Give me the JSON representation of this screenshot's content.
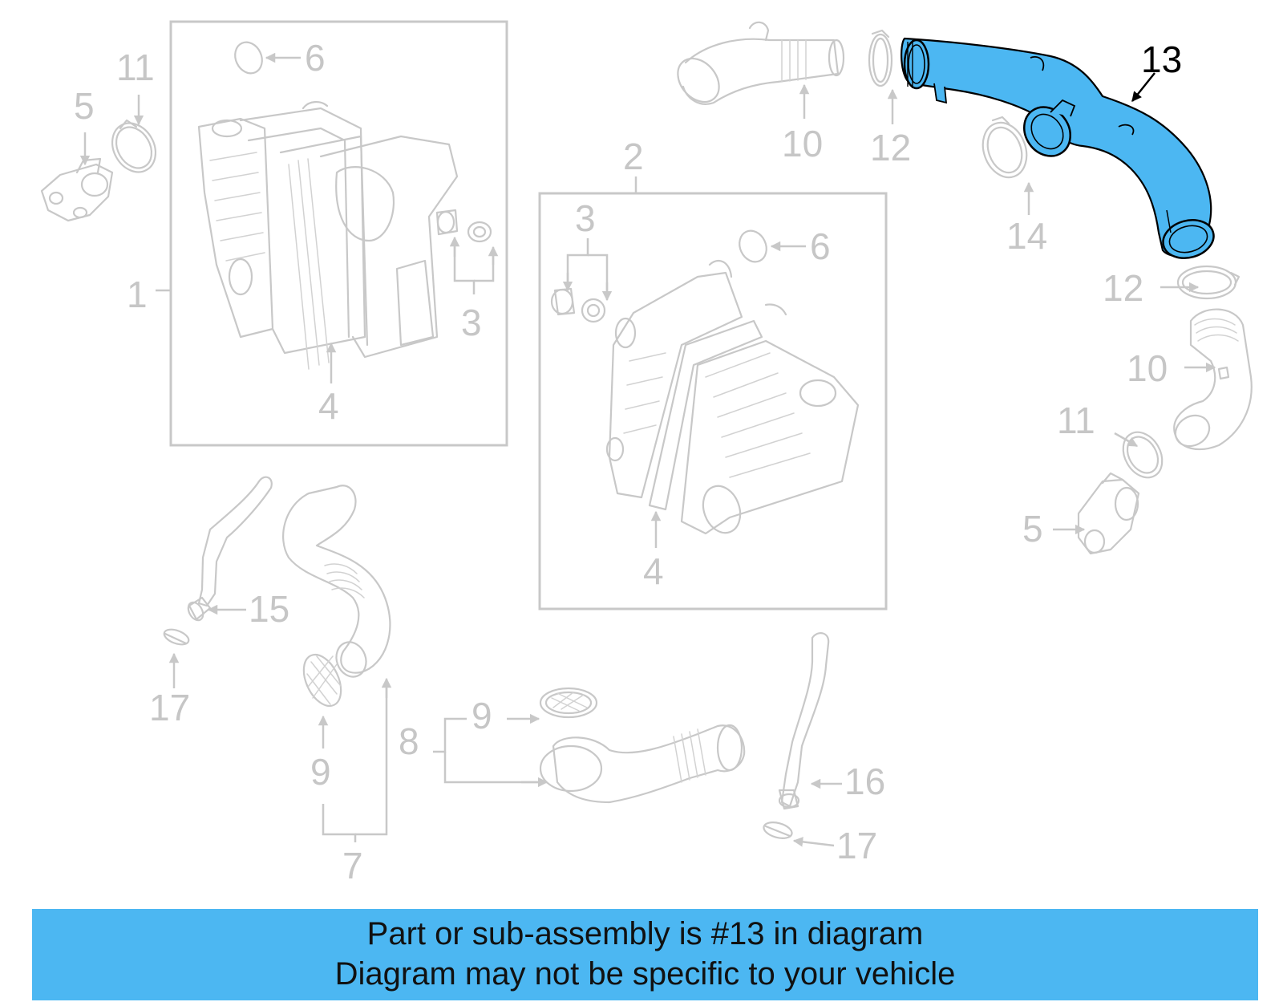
{
  "callouts": {
    "c1": "1",
    "c2": "2",
    "c3a": "3",
    "c3b": "3",
    "c4a": "4",
    "c4b": "4",
    "c5a": "5",
    "c5b": "5",
    "c6a": "6",
    "c6b": "6",
    "c7": "7",
    "c8": "8",
    "c9a": "9",
    "c9b": "9",
    "c10a": "10",
    "c10b": "10",
    "c11a": "11",
    "c11b": "11",
    "c12a": "12",
    "c12b": "12",
    "c13": "13",
    "c14": "14",
    "c15": "15",
    "c16": "16",
    "c17a": "17",
    "c17b": "17"
  },
  "highlight": {
    "part_number": "13",
    "color": "#4cb7f2"
  },
  "banner": {
    "line1": "Part or sub-assembly is #13 in diagram",
    "line2": "Diagram may not be specific to your vehicle",
    "color": "#4cb7f2"
  }
}
